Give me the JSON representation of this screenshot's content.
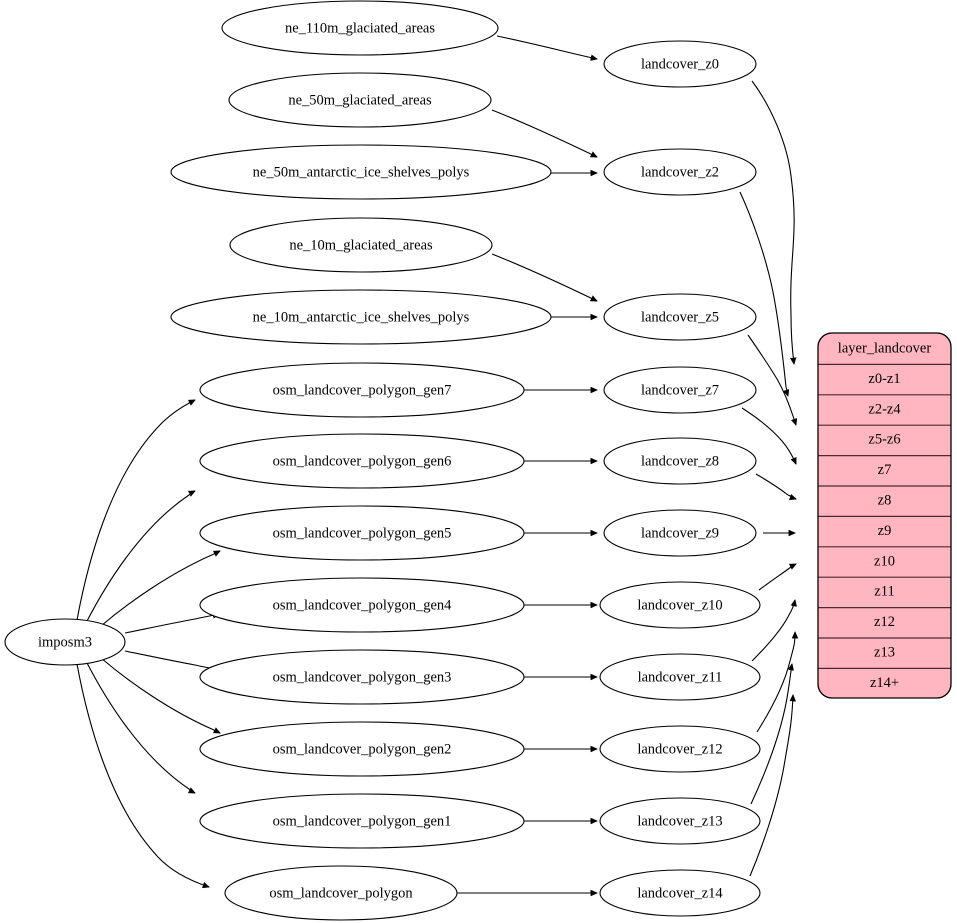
{
  "diagram": {
    "title": "landcover layer data flow",
    "background_color": "#ffffff",
    "node_fill": "#ffffff",
    "node_stroke": "#000000",
    "table_fill": "#FFB6C1",
    "edge_color": "#000000"
  },
  "source_node": {
    "label": "imposm3"
  },
  "natural_earth_sources": [
    {
      "label": "ne_110m_glaciated_areas"
    },
    {
      "label": "ne_50m_glaciated_areas"
    },
    {
      "label": "ne_50m_antarctic_ice_shelves_polys"
    },
    {
      "label": "ne_10m_glaciated_areas"
    },
    {
      "label": "ne_10m_antarctic_ice_shelves_polys"
    }
  ],
  "osm_sources": [
    {
      "label": "osm_landcover_polygon_gen7"
    },
    {
      "label": "osm_landcover_polygon_gen6"
    },
    {
      "label": "osm_landcover_polygon_gen5"
    },
    {
      "label": "osm_landcover_polygon_gen4"
    },
    {
      "label": "osm_landcover_polygon_gen3"
    },
    {
      "label": "osm_landcover_polygon_gen2"
    },
    {
      "label": "osm_landcover_polygon_gen1"
    },
    {
      "label": "osm_landcover_polygon"
    }
  ],
  "landcover_views": [
    {
      "label": "landcover_z0"
    },
    {
      "label": "landcover_z2"
    },
    {
      "label": "landcover_z5"
    },
    {
      "label": "landcover_z7"
    },
    {
      "label": "landcover_z8"
    },
    {
      "label": "landcover_z9"
    },
    {
      "label": "landcover_z10"
    },
    {
      "label": "landcover_z11"
    },
    {
      "label": "landcover_z12"
    },
    {
      "label": "landcover_z13"
    },
    {
      "label": "landcover_z14"
    }
  ],
  "layer_table": {
    "header": "layer_landcover",
    "rows": [
      {
        "label": "z0-z1"
      },
      {
        "label": "z2-z4"
      },
      {
        "label": "z5-z6"
      },
      {
        "label": "z7"
      },
      {
        "label": "z8"
      },
      {
        "label": "z9"
      },
      {
        "label": "z10"
      },
      {
        "label": "z11"
      },
      {
        "label": "z12"
      },
      {
        "label": "z13"
      },
      {
        "label": "z14+"
      }
    ]
  }
}
